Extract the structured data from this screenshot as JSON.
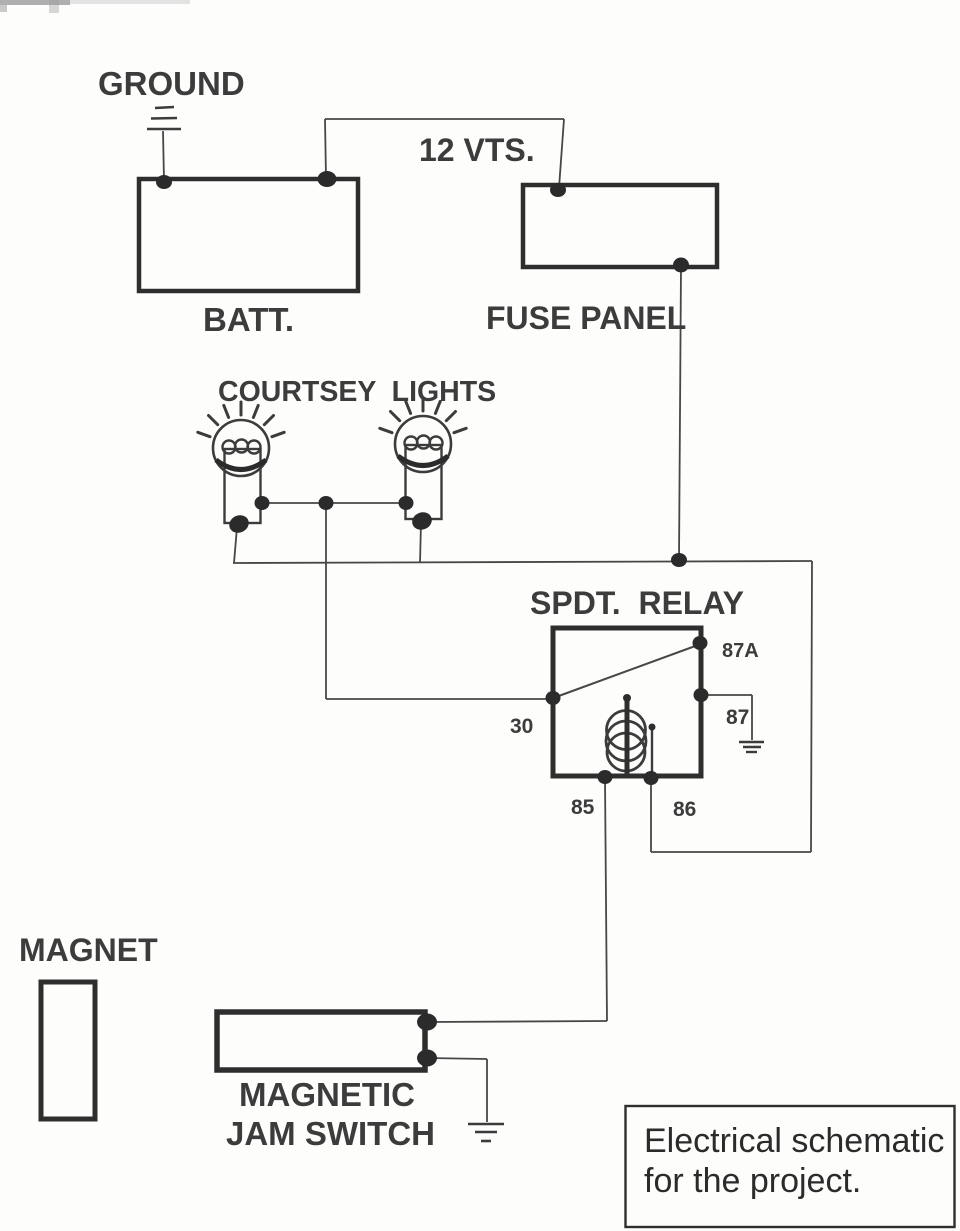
{
  "diagram": {
    "ink_color": "#3c3c3c",
    "paper_color": "#fdfdfc",
    "labels": {
      "ground": "GROUND",
      "voltage": "12 VTS.",
      "battery": "BATT.",
      "fuse_panel": "FUSE PANEL",
      "courtesy_lights": "COURTSEY  LIGHTS",
      "relay_title": "SPDT.  RELAY",
      "magnet": "MAGNET",
      "jam_switch_line1": "MAGNETIC",
      "jam_switch_line2": "JAM SWITCH"
    },
    "relay_terminals": {
      "nc": "87A",
      "no": "87",
      "common": "30",
      "coil_a": "85",
      "coil_b": "86"
    },
    "caption": {
      "line1": "Electrical schematic",
      "line2": "for the project."
    }
  }
}
